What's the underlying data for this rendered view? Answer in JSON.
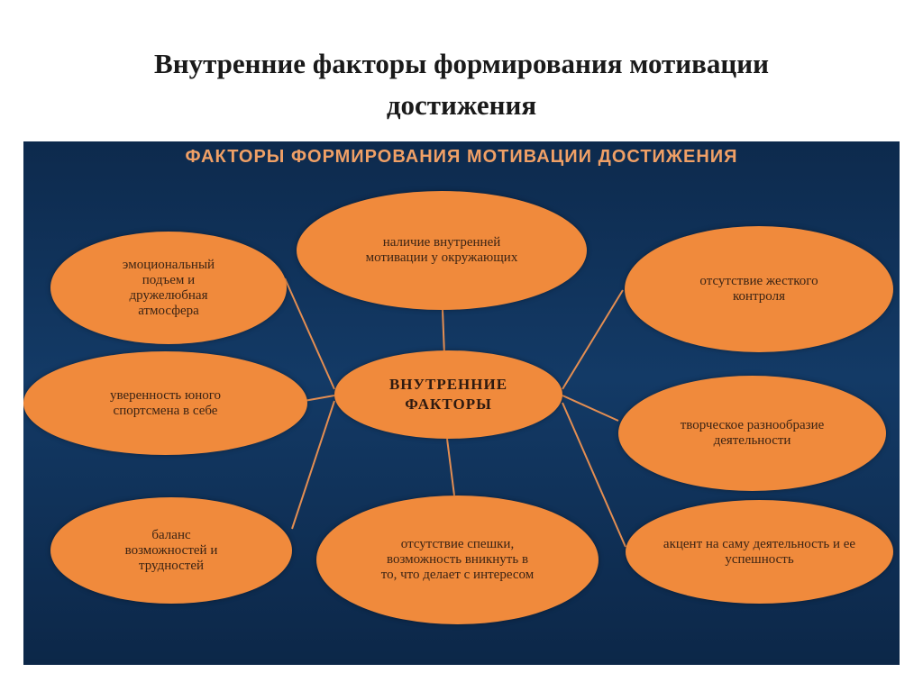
{
  "slide": {
    "title_line1": "Внутренние факторы формирования мотивации",
    "title_line2": "достижения"
  },
  "diagram": {
    "heading": "ФАКТОРЫ ФОРМИРОВАНИЯ МОТИВАЦИИ ДОСТИЖЕНИЯ",
    "center": "ВНУТРЕННИЕ ФАКТОРЫ",
    "nodes": {
      "emotional": "эмоциональный подъем и дружелюбная атмосфера",
      "internal_motivation": "наличие внутренней мотивации у окружающих",
      "no_strict_control": "отсутствие жесткого контроля",
      "confidence": "уверенность юного спортсмена в себе",
      "creative_variety": "творческое разнообразие деятельности",
      "balance": "баланс возможностей и трудностей",
      "no_haste": "отсутствие спешки, возможность вникнуть в то, что делает с интересом",
      "activity_focus": "акцент на саму деятельность и ее успешность"
    },
    "colors": {
      "node_fill": "#f08a3c",
      "panel_background": "#0d2a4d",
      "heading_text": "#f0a066",
      "connector": "#e48e52"
    }
  }
}
